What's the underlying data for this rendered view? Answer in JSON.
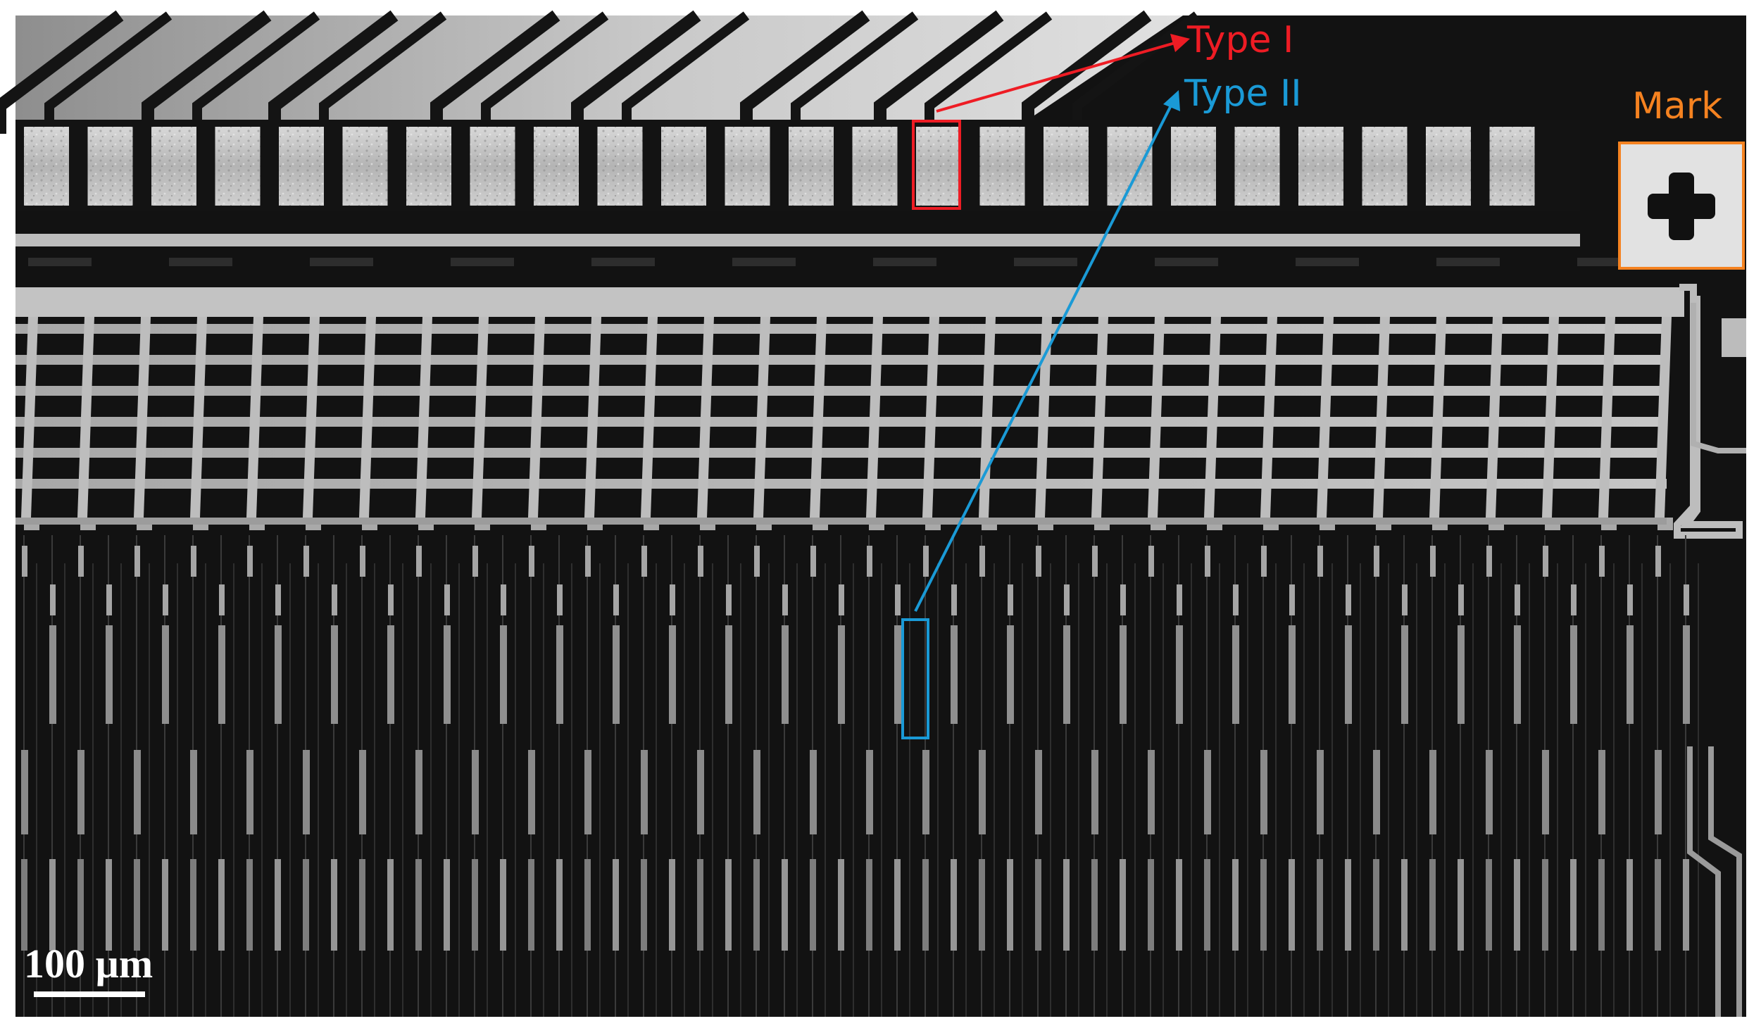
{
  "annotations": {
    "type1": {
      "label": "Type I",
      "color": "#ee1c24"
    },
    "type2": {
      "label": "Type II",
      "color": "#1a9ad6"
    },
    "mark": {
      "label": "Mark",
      "color": "#f58220"
    }
  },
  "scale_bar": {
    "label": "100 µm",
    "color": "#ffffff"
  },
  "colors": {
    "substrate": "#121212",
    "metal_bright": "#c2c2c2",
    "metal_mid": "#9a9a9a",
    "metal_dark": "#5a5a5a"
  },
  "icons": [
    "alignment-cross-icon"
  ]
}
